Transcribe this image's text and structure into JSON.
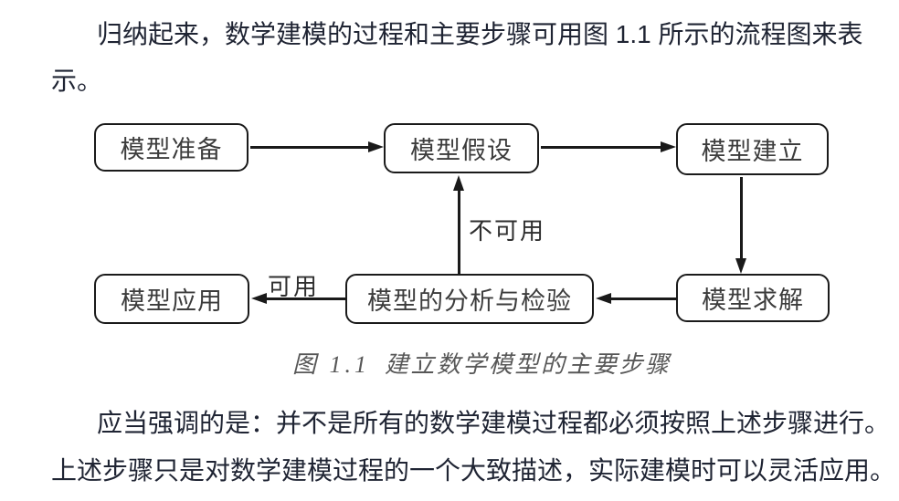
{
  "page": {
    "background": "#ffffff",
    "text_color": "#1f2433",
    "line_color": "#1a1a1a",
    "caption_color": "#575757"
  },
  "paragraph_top": {
    "line1": "归纳起来，数学建模的过程和主要步骤可用图 1.1 所示的流程图来表",
    "line2": "示。"
  },
  "flowchart": {
    "boxes": [
      {
        "id": "prepare",
        "label": "模型准备"
      },
      {
        "id": "hypothesis",
        "label": "模型假设"
      },
      {
        "id": "build",
        "label": "模型建立"
      },
      {
        "id": "solve",
        "label": "模型求解"
      },
      {
        "id": "analyze",
        "label": "模型的分析与检验"
      },
      {
        "id": "apply",
        "label": "模型应用"
      }
    ],
    "edges": [
      {
        "from": "prepare",
        "to": "hypothesis",
        "label": ""
      },
      {
        "from": "hypothesis",
        "to": "build",
        "label": ""
      },
      {
        "from": "build",
        "to": "solve",
        "label": ""
      },
      {
        "from": "solve",
        "to": "analyze",
        "label": ""
      },
      {
        "from": "analyze",
        "to": "apply",
        "label": "可用"
      },
      {
        "from": "analyze",
        "to": "hypothesis",
        "label": "不可用"
      }
    ],
    "edge_labels": {
      "usable": "可用",
      "unusable": "不可用"
    }
  },
  "caption": {
    "figure_label": "图 1.1",
    "text": "建立数学模型的主要步骤"
  },
  "paragraph_bottom": {
    "line1": "应当强调的是：并不是所有的数学建模过程都必须按照上述步骤进行。",
    "line2": "上述步骤只是对数学建模过程的一个大致描述，实际建模时可以灵活应用。"
  }
}
